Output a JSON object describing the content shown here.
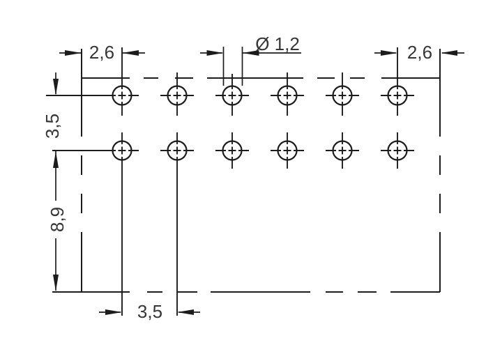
{
  "drawing": {
    "type": "technical-dimension-drawing",
    "hole_grid": {
      "rows": 2,
      "columns": 6
    },
    "dimensions": {
      "top_left_pitch": "2,6",
      "hole_diameter": "Ø 1,2",
      "top_right_pitch": "2,6",
      "row_spacing": "3,5",
      "bottom_edge_distance": "8,9",
      "column_pitch": "3,5"
    }
  }
}
